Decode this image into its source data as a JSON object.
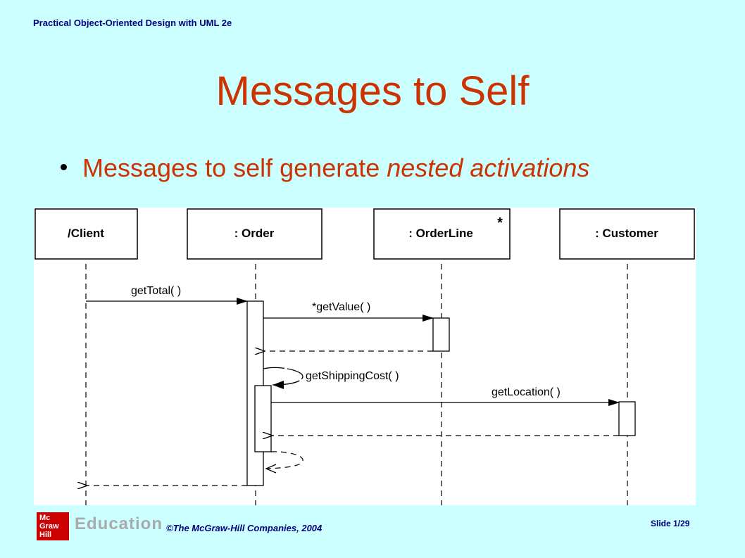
{
  "header": {
    "book_title": "Practical Object-Oriented Design with UML 2e"
  },
  "slide": {
    "title": "Messages to Self",
    "bullet_lead": "Messages to self generate ",
    "bullet_emphasis": "nested activations"
  },
  "diagram": {
    "lifelines": [
      {
        "label": "/Client"
      },
      {
        "label": ": Order"
      },
      {
        "label": ": OrderLine",
        "multiplicity": "*"
      },
      {
        "label": ": Customer"
      }
    ],
    "messages": [
      {
        "label": "getTotal( )"
      },
      {
        "label": "*getValue( )"
      },
      {
        "label": "getShippingCost( )"
      },
      {
        "label": "getLocation( )"
      }
    ]
  },
  "footer": {
    "logo_lines": [
      "Mc",
      "Graw",
      "Hill"
    ],
    "education": "Education",
    "copyright": "©The McGraw-Hill Companies, 2004",
    "slide_number": "Slide 1/29"
  },
  "colors": {
    "background": "#ccffff",
    "title": "#cc3300",
    "header": "#000080"
  }
}
